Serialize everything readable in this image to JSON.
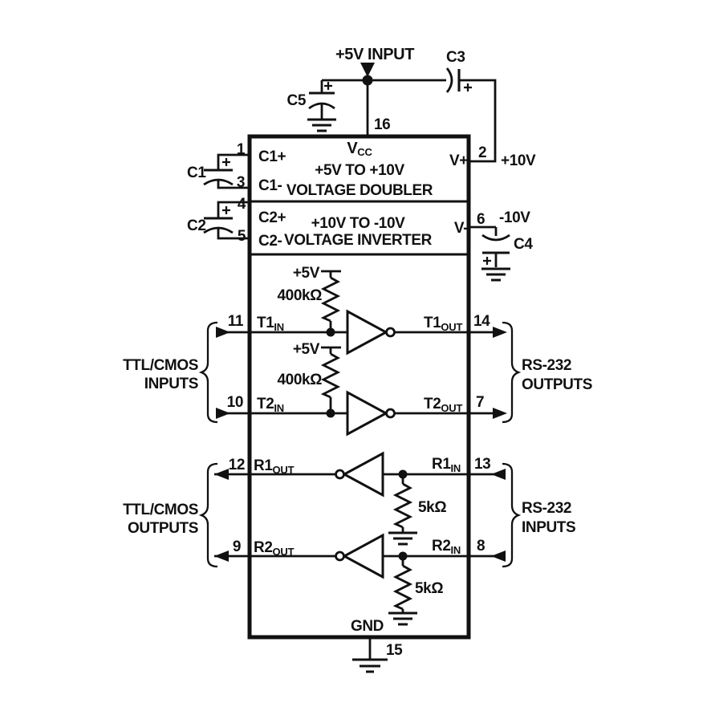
{
  "colors": {
    "ink": "#111111",
    "bg": "#ffffff"
  },
  "top": {
    "supply_label": "+5V INPUT",
    "vcc_pin": "16"
  },
  "caps": {
    "c1": "C1",
    "c2": "C2",
    "c3": "C3",
    "c4": "C4",
    "c5": "C5"
  },
  "ic": {
    "vcc_main": "V",
    "vcc_sub": "CC",
    "doubler_line1": "+5V TO +10V",
    "doubler_line2": "VOLTAGE DOUBLER",
    "inverter_line1": "+10V TO -10V",
    "inverter_line2": "VOLTAGE INVERTER",
    "c1_plus": "C1+",
    "c1_minus": "C1-",
    "c2_plus": "C2+",
    "c2_minus": "C2-",
    "vplus": "V+",
    "vminus": "V-",
    "gnd_label": "GND"
  },
  "pins": {
    "p1": "1",
    "p2": "2",
    "p3": "3",
    "p4": "4",
    "p5": "5",
    "p6": "6",
    "p15": "15"
  },
  "rails": {
    "vplus_out": "+10V",
    "vminus_out": "-10V"
  },
  "drivers": [
    {
      "pin_in": "11",
      "in_main": "T1",
      "in_sub": "IN",
      "pin_out": "14",
      "out_main": "T1",
      "out_sub": "OUT",
      "supply": "+5V",
      "pullup": "400kΩ"
    },
    {
      "pin_in": "10",
      "in_main": "T2",
      "in_sub": "IN",
      "pin_out": "7",
      "out_main": "T2",
      "out_sub": "OUT",
      "supply": "+5V",
      "pullup": "400kΩ"
    }
  ],
  "receivers": [
    {
      "pin_out": "12",
      "out_main": "R1",
      "out_sub": "OUT",
      "pin_in": "13",
      "in_main": "R1",
      "in_sub": "IN",
      "term": "5kΩ"
    },
    {
      "pin_out": "9",
      "out_main": "R2",
      "out_sub": "OUT",
      "pin_in": "8",
      "in_main": "R2",
      "in_sub": "IN",
      "term": "5kΩ"
    }
  ],
  "groups": {
    "ttl_in": {
      "line1": "TTL/CMOS",
      "line2": "INPUTS"
    },
    "rs_out": {
      "line1": "RS-232",
      "line2": "OUTPUTS"
    },
    "ttl_out": {
      "line1": "TTL/CMOS",
      "line2": "OUTPUTS"
    },
    "rs_in": {
      "line1": "RS-232",
      "line2": "INPUTS"
    }
  }
}
